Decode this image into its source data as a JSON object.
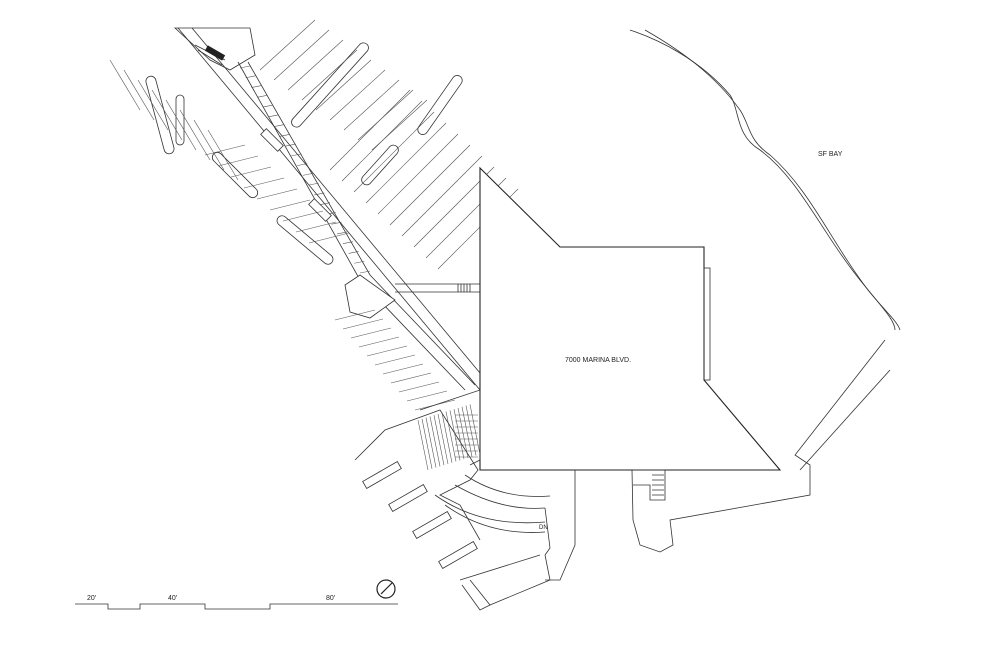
{
  "labels": {
    "water": "SF BAY",
    "address": "7000 MARINA BLVD.",
    "stair": "DN"
  },
  "scale_bar": {
    "marks": [
      "20'",
      "40'",
      "80'"
    ]
  },
  "icons": {
    "north": "north-arrow-icon"
  }
}
